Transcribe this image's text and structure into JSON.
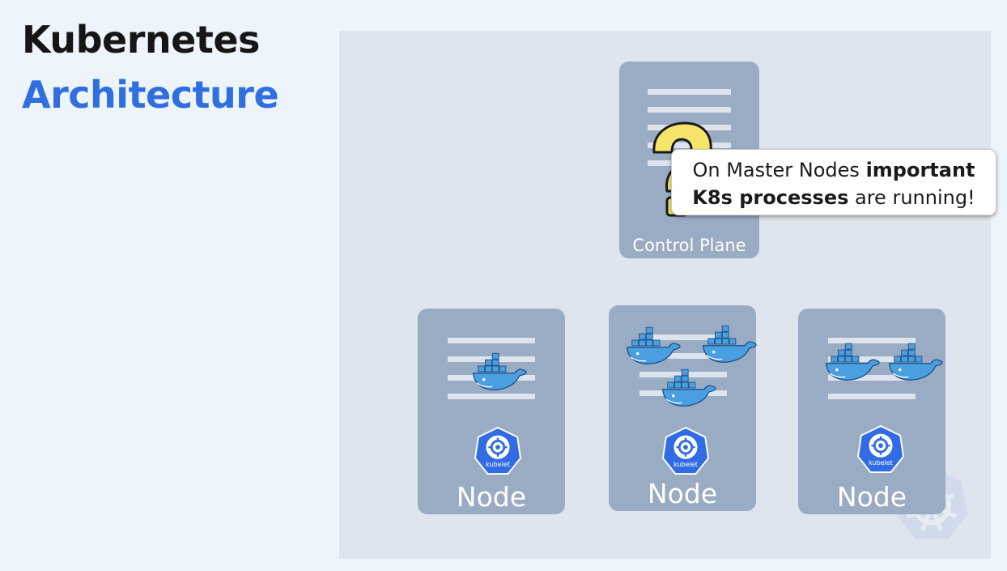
{
  "title": {
    "line1": "Kubernetes",
    "line2": "Architecture"
  },
  "control_plane": {
    "label": "Control Plane"
  },
  "callout": {
    "part1": "On Master Nodes ",
    "bold1": "important",
    "bold2": "K8s processes",
    "part2": " are running!"
  },
  "nodes": [
    {
      "label": "Node",
      "kubelet_label": "kubelet",
      "containers": 1
    },
    {
      "label": "Node",
      "kubelet_label": "kubelet",
      "containers": 3
    },
    {
      "label": "Node",
      "kubelet_label": "kubelet",
      "containers": 2
    }
  ],
  "colors": {
    "title_dark": "#161616",
    "title_accent": "#2f6fe0",
    "panel": "#dfe5ee",
    "box": "#9aabc4",
    "docker_blue": "#4a9fe0",
    "kubelet_blue": "#326ce5",
    "question_yellow": "#f6e56a"
  },
  "icons": [
    "docker-whale-icon",
    "kubelet-icon",
    "question-mark-icon",
    "kubernetes-wheel-icon"
  ]
}
